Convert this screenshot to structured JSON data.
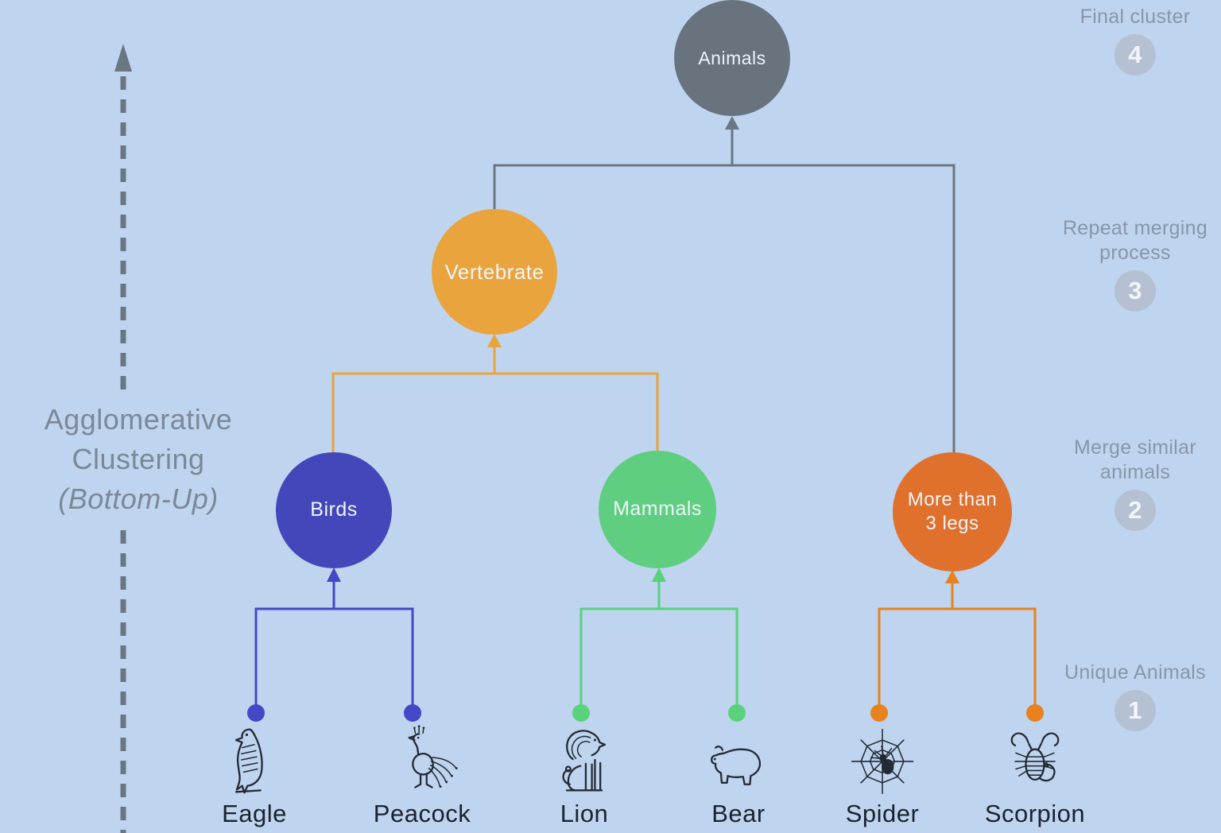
{
  "colors": {
    "background": "#bfd4ee",
    "node_gray": "#68737e",
    "node_orange": "#e9a43d",
    "node_blue": "#4347ba",
    "node_green": "#5fce81",
    "node_dark_orange": "#e0712c",
    "node_text": "#eef4fb",
    "line_gray": "#6b7684",
    "line_blue": "#4349c6",
    "line_green": "#59d27c",
    "line_orange": "#e8821f",
    "side_text": "#8996a9",
    "badge_bg": "#b5c0d3",
    "badge_text": "#f2f5fa",
    "title_text": "#7c8897",
    "label_dark": "#1c222e",
    "icon_stroke": "#242a35"
  },
  "left_panel": {
    "title_lines": [
      "Agglomerative",
      "Clustering",
      "(Bottom-Up)"
    ]
  },
  "tree": {
    "root": {
      "label": "Animals"
    },
    "level2": {
      "label": "Vertebrate"
    },
    "level1": [
      {
        "label": "Birds"
      },
      {
        "label": "Mammals"
      },
      {
        "label": "More than 3 legs"
      }
    ]
  },
  "steps": [
    {
      "label": "Final cluster",
      "number": "4"
    },
    {
      "label": "Repeat merging process",
      "number": "3"
    },
    {
      "label": "Merge similar animals",
      "number": "2"
    },
    {
      "label": "Unique Animals",
      "number": "1"
    }
  ],
  "animals": [
    {
      "name": "Eagle"
    },
    {
      "name": "Peacock"
    },
    {
      "name": "Lion"
    },
    {
      "name": "Bear"
    },
    {
      "name": "Spider"
    },
    {
      "name": "Scorpion"
    }
  ]
}
